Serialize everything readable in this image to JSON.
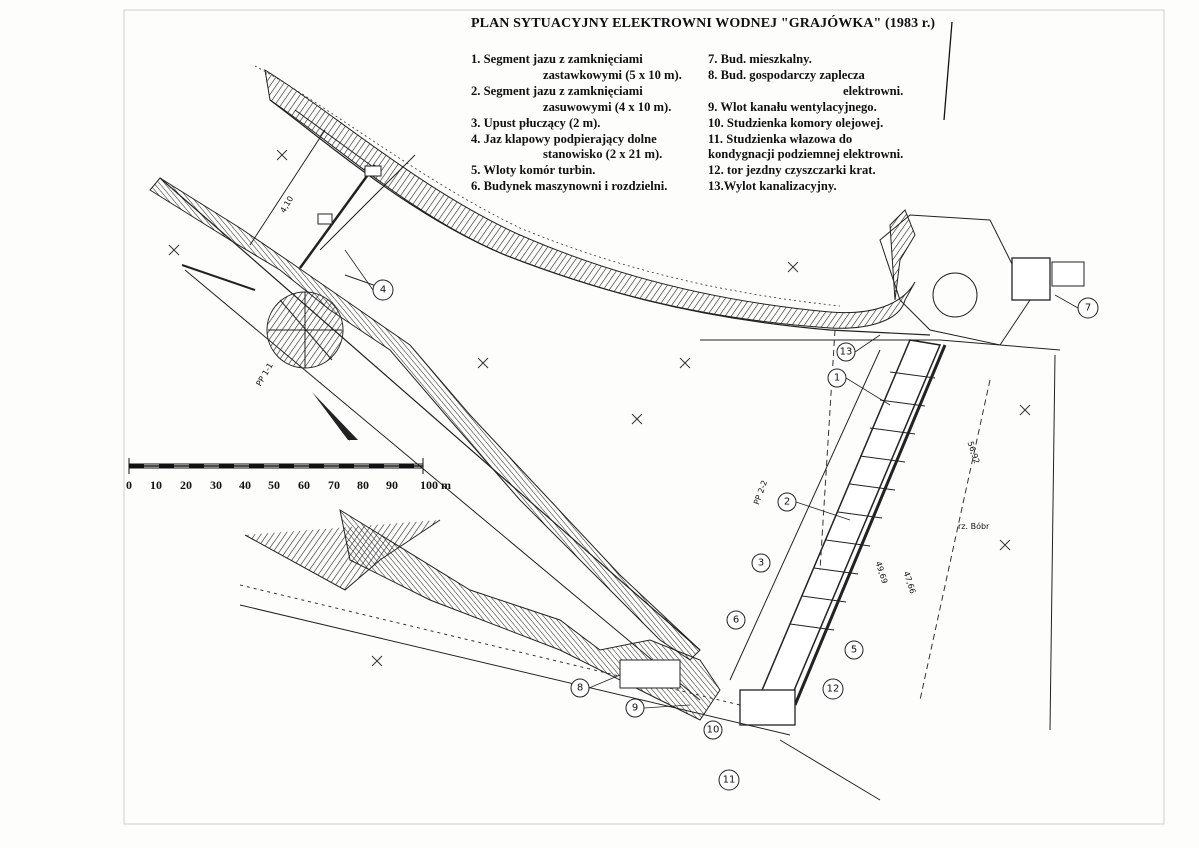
{
  "title": "PLAN SYTUACYJNY ELEKTROWNI WODNEJ \"GRAJÓWKA\" (1983 r.)",
  "legend_left": [
    {
      "a": "1. Segment jazu z zamknięciami",
      "b": "zastawkowymi (5 x 10 m)."
    },
    {
      "a": "2. Segment jazu z zamknięciami",
      "b": "zasuwowymi (4 x 10 m)."
    },
    {
      "a": "3. Upust płuczący (2 m).",
      "b": ""
    },
    {
      "a": "4. Jaz klapowy podpierający dolne",
      "b": "stanowisko (2 x 21 m)."
    },
    {
      "a": "5. Wloty komór turbin.",
      "b": ""
    },
    {
      "a": "6. Budynek maszynowni i rozdzielni.",
      "b": ""
    }
  ],
  "legend_right": [
    {
      "a": "7. Bud. mieszkalny.",
      "b": ""
    },
    {
      "a": "8. Bud. gospodarczy zaplecza",
      "b": "elektrowni."
    },
    {
      "a": "9. Wlot kanału wentylacyjnego.",
      "b": ""
    },
    {
      "a": "10. Studzienka komory olejowej.",
      "b": ""
    },
    {
      "a": "11. Studzienka włazowa do",
      "b": "kondygnacji podziemnej elektrowni."
    },
    {
      "a": "12. tor jezdny czyszczarki krat.",
      "b": ""
    },
    {
      "a": "13.Wylot kanalizacyjny.",
      "b": ""
    }
  ],
  "scale": {
    "ticks": [
      "0",
      "10",
      "20",
      "30",
      "40",
      "50",
      "60",
      "70",
      "80",
      "90"
    ],
    "end_label": "100 m"
  },
  "callouts": [
    "1",
    "2",
    "3",
    "4",
    "5",
    "6",
    "7",
    "8",
    "9",
    "10",
    "11",
    "12",
    "13"
  ],
  "plan_labels": {
    "river": "rz. Bóbr",
    "dim1": "56,92",
    "dim2": "49,69",
    "dim3": "47,66",
    "section1": "PP 2-2",
    "section2": "PP 1-1",
    "dim4": "4,10"
  }
}
